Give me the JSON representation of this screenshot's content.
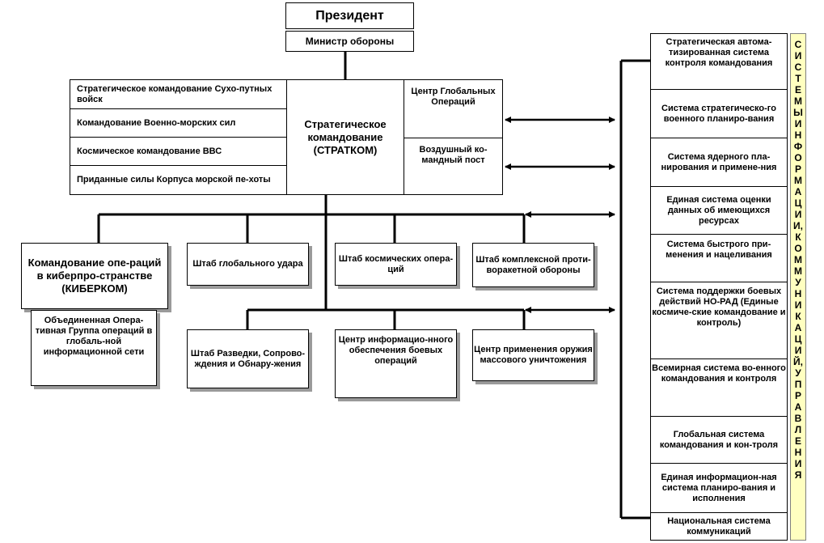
{
  "president": "Президент",
  "defense_minister": "Министр обороны",
  "stratcom": "Стратегическое командование (СТРАТКОМ)",
  "left_commands": [
    "Стратегическое командование Сухо-путных войск",
    "Командование Военно-морских сил",
    "Космическое командование ВВС",
    "Приданные силы Корпуса морской пе-хоты"
  ],
  "right_centers": [
    "Центр Глобальных Операций",
    "Воздушный ко-мандный пост"
  ],
  "cybercom": "Командование опе-раций в киберпро-странстве (КИБЕРКОМ)",
  "cyber_group": "Объединенная Опера-тивная Группа операций в глобаль-ной информационной сети",
  "row1": [
    "Штаб глобального удара",
    "Штаб космических опера-ций",
    "Штаб комплексной проти-воракетной обороны"
  ],
  "row2": [
    "Штаб Разведки, Сопрово-ждения и Обнару-жения",
    "Центр информацио-нного обеспечения боевых операций",
    "Центр применения оружия массового уничтожения"
  ],
  "systems": [
    "Стратегическая автома-тизированная система контроля командования",
    "Система стратегическо-го военного планиро-вания",
    "Система ядерного пла-нирования и примене-ния",
    "Единая система оценки данных об имеющихся ресурсах",
    "Система быстрого при-менения и нацеливания",
    "Система поддержки боевых действий НО-РАД (Единые космиче-ские командование и контроль)",
    "Всемирная система во-енного командования и контроля",
    "Глобальная система командования и кон-троля",
    "Единая информацион-ная система планиро-вания и исполнения",
    "Национальная система коммуникаций"
  ],
  "vertical_label": "СИСТЕМЫ ИНФОРМАЦИИ,КОММУНИКАЦИЙ,УПРАВЛЕНИЯ"
}
